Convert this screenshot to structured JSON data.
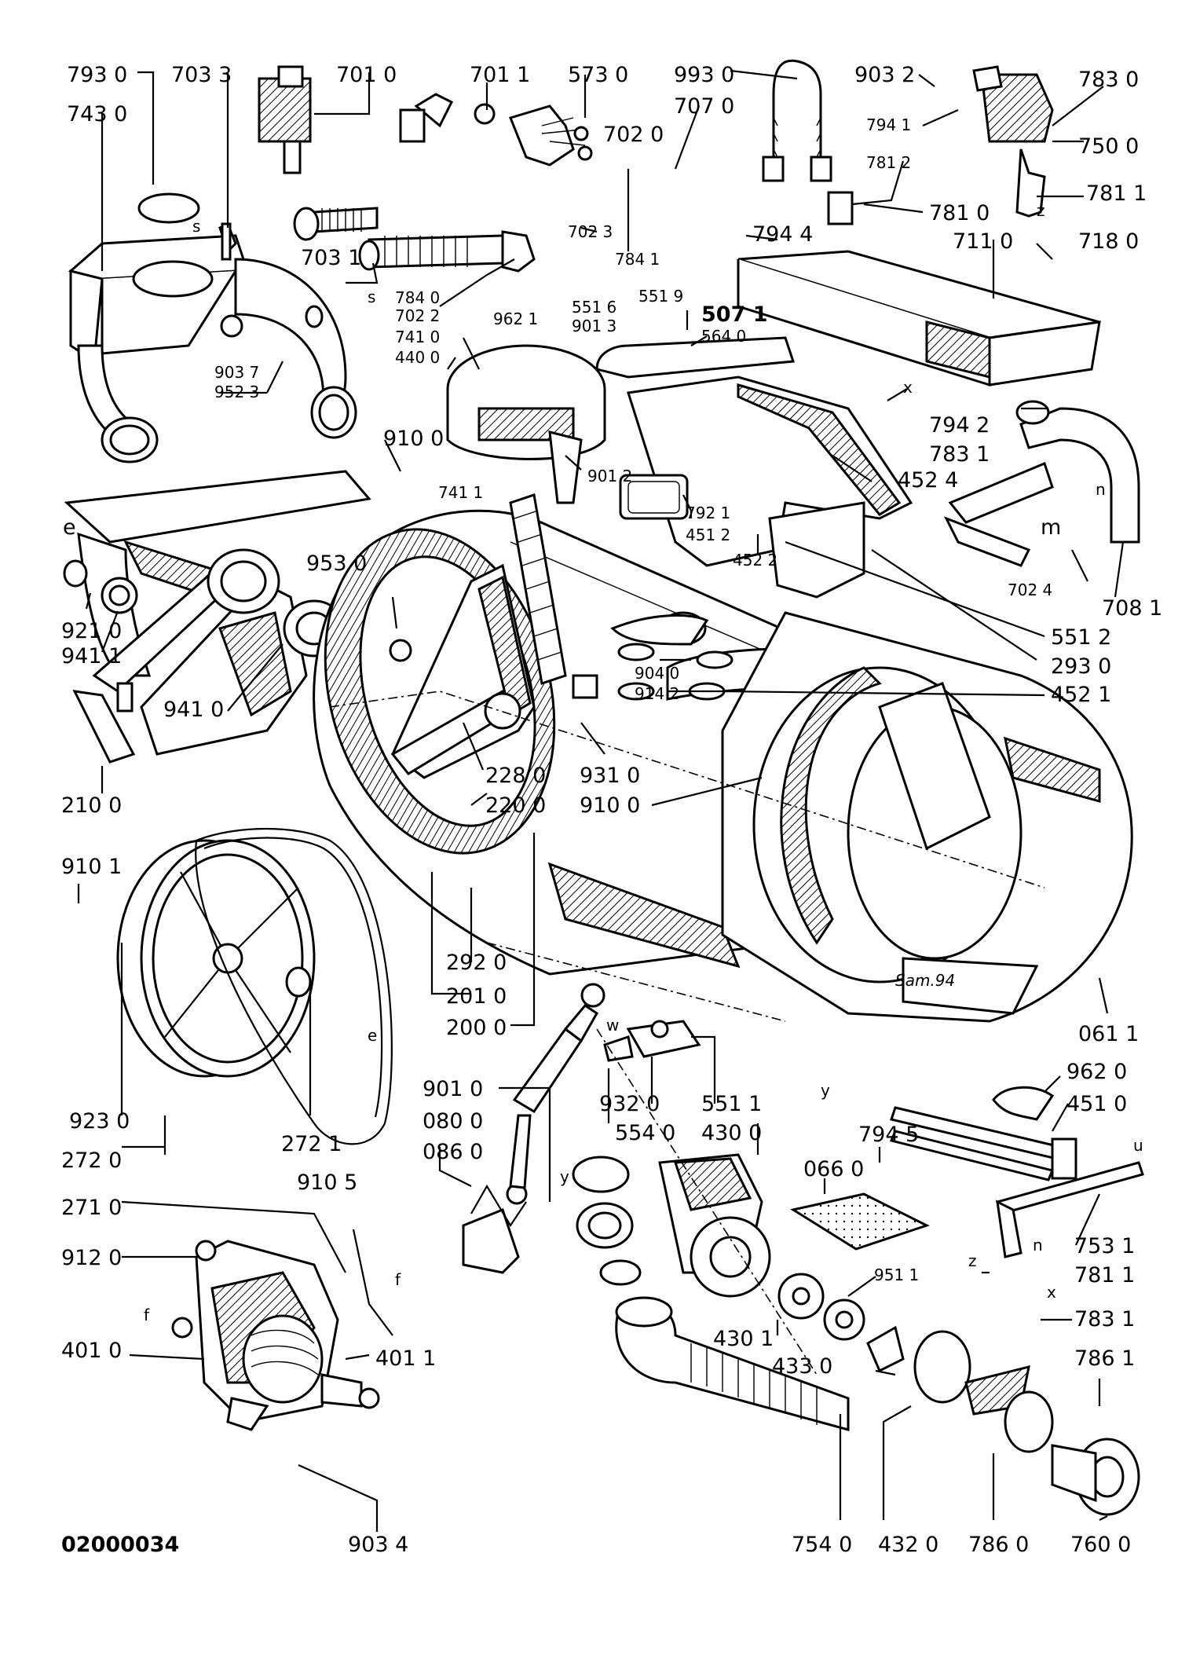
{
  "diagram": {
    "document_code": "02000034",
    "signature": "Sam.94",
    "labels": [
      {
        "id": "l7930",
        "text": "793 0"
      },
      {
        "id": "l7033",
        "text": "703 3"
      },
      {
        "id": "l7010",
        "text": "701 0"
      },
      {
        "id": "l7011",
        "text": "701 1"
      },
      {
        "id": "l5730",
        "text": "573 0"
      },
      {
        "id": "l9930",
        "text": "993 0"
      },
      {
        "id": "l9032",
        "text": "903 2"
      },
      {
        "id": "l7830",
        "text": "783 0"
      },
      {
        "id": "l7430",
        "text": "743 0"
      },
      {
        "id": "l7070",
        "text": "707 0"
      },
      {
        "id": "l7941",
        "text": "794 1"
      },
      {
        "id": "l7500",
        "text": "750 0"
      },
      {
        "id": "l7020",
        "text": "702 0"
      },
      {
        "id": "l7812",
        "text": "781 2"
      },
      {
        "id": "l7811",
        "text": "781 1"
      },
      {
        "id": "l7810",
        "text": "781 0"
      },
      {
        "id": "l7023",
        "text": "702 3"
      },
      {
        "id": "l7944",
        "text": "794 4"
      },
      {
        "id": "l7110",
        "text": "711 0"
      },
      {
        "id": "l7180",
        "text": "718 0"
      },
      {
        "id": "l7031",
        "text": "703 1"
      },
      {
        "id": "l7841",
        "text": "784 1"
      },
      {
        "id": "l7840",
        "text": "784 0"
      },
      {
        "id": "l7022",
        "text": "702 2"
      },
      {
        "id": "l5519",
        "text": "551 9"
      },
      {
        "id": "l5516",
        "text": "551 6"
      },
      {
        "id": "l9621",
        "text": "962 1"
      },
      {
        "id": "l9013",
        "text": "901 3"
      },
      {
        "id": "l5071",
        "text": "507 1"
      },
      {
        "id": "l5640",
        "text": "564 0"
      },
      {
        "id": "l7410",
        "text": "741 0"
      },
      {
        "id": "l4400",
        "text": "440 0"
      },
      {
        "id": "l9037",
        "text": "903 7"
      },
      {
        "id": "l9523",
        "text": "952 3"
      },
      {
        "id": "l7942",
        "text": "794 2"
      },
      {
        "id": "l7831",
        "text": "783 1"
      },
      {
        "id": "l9100",
        "text": "910 0"
      },
      {
        "id": "l7411",
        "text": "741 1"
      },
      {
        "id": "l9012",
        "text": "901 2"
      },
      {
        "id": "l4524",
        "text": "452 4"
      },
      {
        "id": "l7921",
        "text": "792 1"
      },
      {
        "id": "l4512",
        "text": "451 2"
      },
      {
        "id": "l4522",
        "text": "452 2"
      },
      {
        "id": "l7024",
        "text": "702 4"
      },
      {
        "id": "l7081",
        "text": "708 1"
      },
      {
        "id": "l9530",
        "text": "953 0"
      },
      {
        "id": "l9210",
        "text": "921 0"
      },
      {
        "id": "l9411",
        "text": "941 1"
      },
      {
        "id": "l9410",
        "text": "941 0"
      },
      {
        "id": "l5512",
        "text": "551 2"
      },
      {
        "id": "l2930",
        "text": "293 0"
      },
      {
        "id": "l9040",
        "text": "904 0"
      },
      {
        "id": "l9142",
        "text": "914 2"
      },
      {
        "id": "l4521",
        "text": "452 1"
      },
      {
        "id": "l2280",
        "text": "228 0"
      },
      {
        "id": "l9310",
        "text": "931 0"
      },
      {
        "id": "l2200",
        "text": "220 0"
      },
      {
        "id": "l9100b",
        "text": "910 0"
      },
      {
        "id": "l2100",
        "text": "210 0"
      },
      {
        "id": "l9101",
        "text": "910 1"
      },
      {
        "id": "l2920",
        "text": "292 0"
      },
      {
        "id": "l2010",
        "text": "201 0"
      },
      {
        "id": "l2000",
        "text": "200 0"
      },
      {
        "id": "l0611",
        "text": "061 1"
      },
      {
        "id": "l9620",
        "text": "962 0"
      },
      {
        "id": "l4510",
        "text": "451 0"
      },
      {
        "id": "l9230",
        "text": "923 0"
      },
      {
        "id": "l2721",
        "text": "272 1"
      },
      {
        "id": "l9010",
        "text": "901 0"
      },
      {
        "id": "l9320",
        "text": "932 0"
      },
      {
        "id": "l5511",
        "text": "551 1"
      },
      {
        "id": "l0800",
        "text": "080 0"
      },
      {
        "id": "l5540",
        "text": "554 0"
      },
      {
        "id": "l4300",
        "text": "430 0"
      },
      {
        "id": "l2720",
        "text": "272 0"
      },
      {
        "id": "l0860",
        "text": "086 0"
      },
      {
        "id": "l7945",
        "text": "794 5"
      },
      {
        "id": "l0660",
        "text": "066 0"
      },
      {
        "id": "l2710",
        "text": "271 0"
      },
      {
        "id": "l9105",
        "text": "910 5"
      },
      {
        "id": "l7531",
        "text": "753 1"
      },
      {
        "id": "l9120",
        "text": "912 0"
      },
      {
        "id": "l7811b",
        "text": "781 1"
      },
      {
        "id": "l9511",
        "text": "951 1"
      },
      {
        "id": "l4301",
        "text": "430 1"
      },
      {
        "id": "l7831b",
        "text": "783 1"
      },
      {
        "id": "l4010",
        "text": "401 0"
      },
      {
        "id": "l4011",
        "text": "401 1"
      },
      {
        "id": "l4330",
        "text": "433 0"
      },
      {
        "id": "l7861",
        "text": "786 1"
      },
      {
        "id": "l9034",
        "text": "903 4"
      },
      {
        "id": "l7540",
        "text": "754 0"
      },
      {
        "id": "l4320",
        "text": "432 0"
      },
      {
        "id": "l7860",
        "text": "786 0"
      },
      {
        "id": "l7600",
        "text": "760 0"
      }
    ],
    "letters": [
      {
        "id": "s1",
        "text": "s"
      },
      {
        "id": "s2",
        "text": "s"
      },
      {
        "id": "z1",
        "text": "z"
      },
      {
        "id": "x1",
        "text": "x"
      },
      {
        "id": "e1",
        "text": "e"
      },
      {
        "id": "e2",
        "text": "e"
      },
      {
        "id": "m1",
        "text": "m"
      },
      {
        "id": "n1",
        "text": "n"
      },
      {
        "id": "n2",
        "text": "n"
      },
      {
        "id": "y1",
        "text": "y"
      },
      {
        "id": "y2",
        "text": "y"
      },
      {
        "id": "w1",
        "text": "w"
      },
      {
        "id": "f1",
        "text": "f"
      },
      {
        "id": "f2",
        "text": "f"
      },
      {
        "id": "u1",
        "text": "u"
      },
      {
        "id": "z2",
        "text": "z"
      },
      {
        "id": "x2",
        "text": "x"
      }
    ]
  }
}
